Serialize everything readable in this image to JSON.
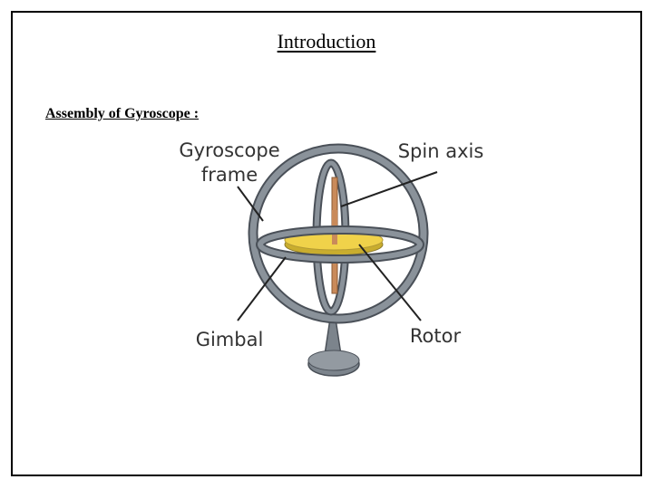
{
  "slide": {
    "title": "Introduction",
    "section_heading": "Assembly of Gyroscope :"
  },
  "diagram": {
    "labels": {
      "frame_line1": "Gyroscope",
      "frame_line2": "frame",
      "spin_axis": "Spin axis",
      "gimbal": "Gimbal",
      "rotor": "Rotor"
    },
    "colors": {
      "ring": "#6f7780",
      "ring_edge": "#4a5058",
      "rotor": "#f0d24a",
      "axle": "#c98a5a",
      "stand": "#7c848c"
    }
  }
}
